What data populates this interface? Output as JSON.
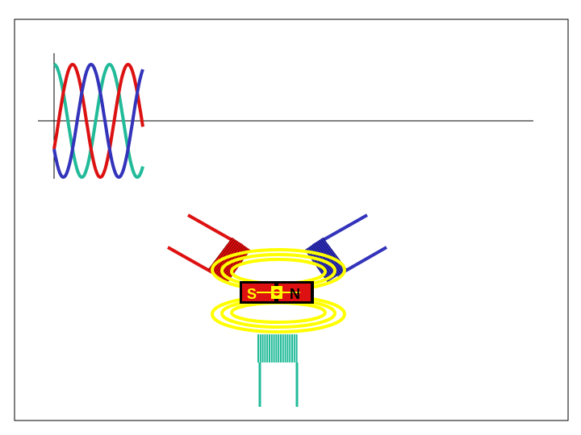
{
  "colors": {
    "phase_a": "#22bb99",
    "phase_b": "#dd1111",
    "phase_c": "#3333bb",
    "field": "#ffff00",
    "frame": "#000000",
    "magnet_s": "#dd1111",
    "magnet_n": "#dd1111",
    "magnet_body": "#000000"
  },
  "waveform": {
    "series": [
      {
        "color_key": "phase_a",
        "phase_deg": 90
      },
      {
        "color_key": "phase_b",
        "phase_deg": -30
      },
      {
        "color_key": "phase_c",
        "phase_deg": 210
      }
    ],
    "cycles": 1.6
  },
  "magnet": {
    "south_label": "S",
    "north_label": "N"
  },
  "icons": {
    "rotor": "bar-magnet-icon",
    "coil": "coil-icon"
  }
}
